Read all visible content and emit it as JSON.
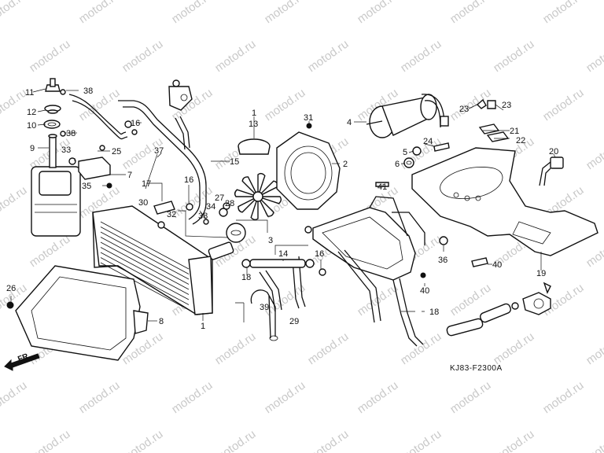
{
  "watermark": "motod.ru",
  "diagram_code": "KJ83-F2300A",
  "front_label": "FR.",
  "callouts": {
    "c1a": "1",
    "c1b": "1",
    "c2": "2",
    "c3": "3",
    "c4": "4",
    "c5": "5",
    "c6": "6",
    "c7": "7",
    "c8": "8",
    "c9": "9",
    "c10": "10",
    "c11": "11",
    "c12": "12",
    "c13": "13",
    "c14": "14",
    "c15": "15",
    "c16a": "16",
    "c16b": "16",
    "c16c": "16",
    "c17": "17",
    "c18": "18",
    "c18b": "18",
    "c19": "19",
    "c20": "20",
    "c21": "21",
    "c22": "22",
    "c23a": "23",
    "c23b": "23",
    "c24": "24",
    "c25": "25",
    "c26": "26",
    "c27": "27",
    "c28": "28",
    "c29": "29",
    "c30": "30",
    "c31": "31",
    "c32": "32",
    "c33": "33",
    "c34": "34",
    "c35": "35",
    "c36": "36",
    "c37": "37",
    "c38a": "38",
    "c38b": "38",
    "c38c": "38",
    "c39": "39",
    "c40a": "40",
    "c40b": "40",
    "c41": "41"
  },
  "colors": {
    "line": "#111111",
    "watermark": "#c9c9c9",
    "background": "#ffffff"
  }
}
